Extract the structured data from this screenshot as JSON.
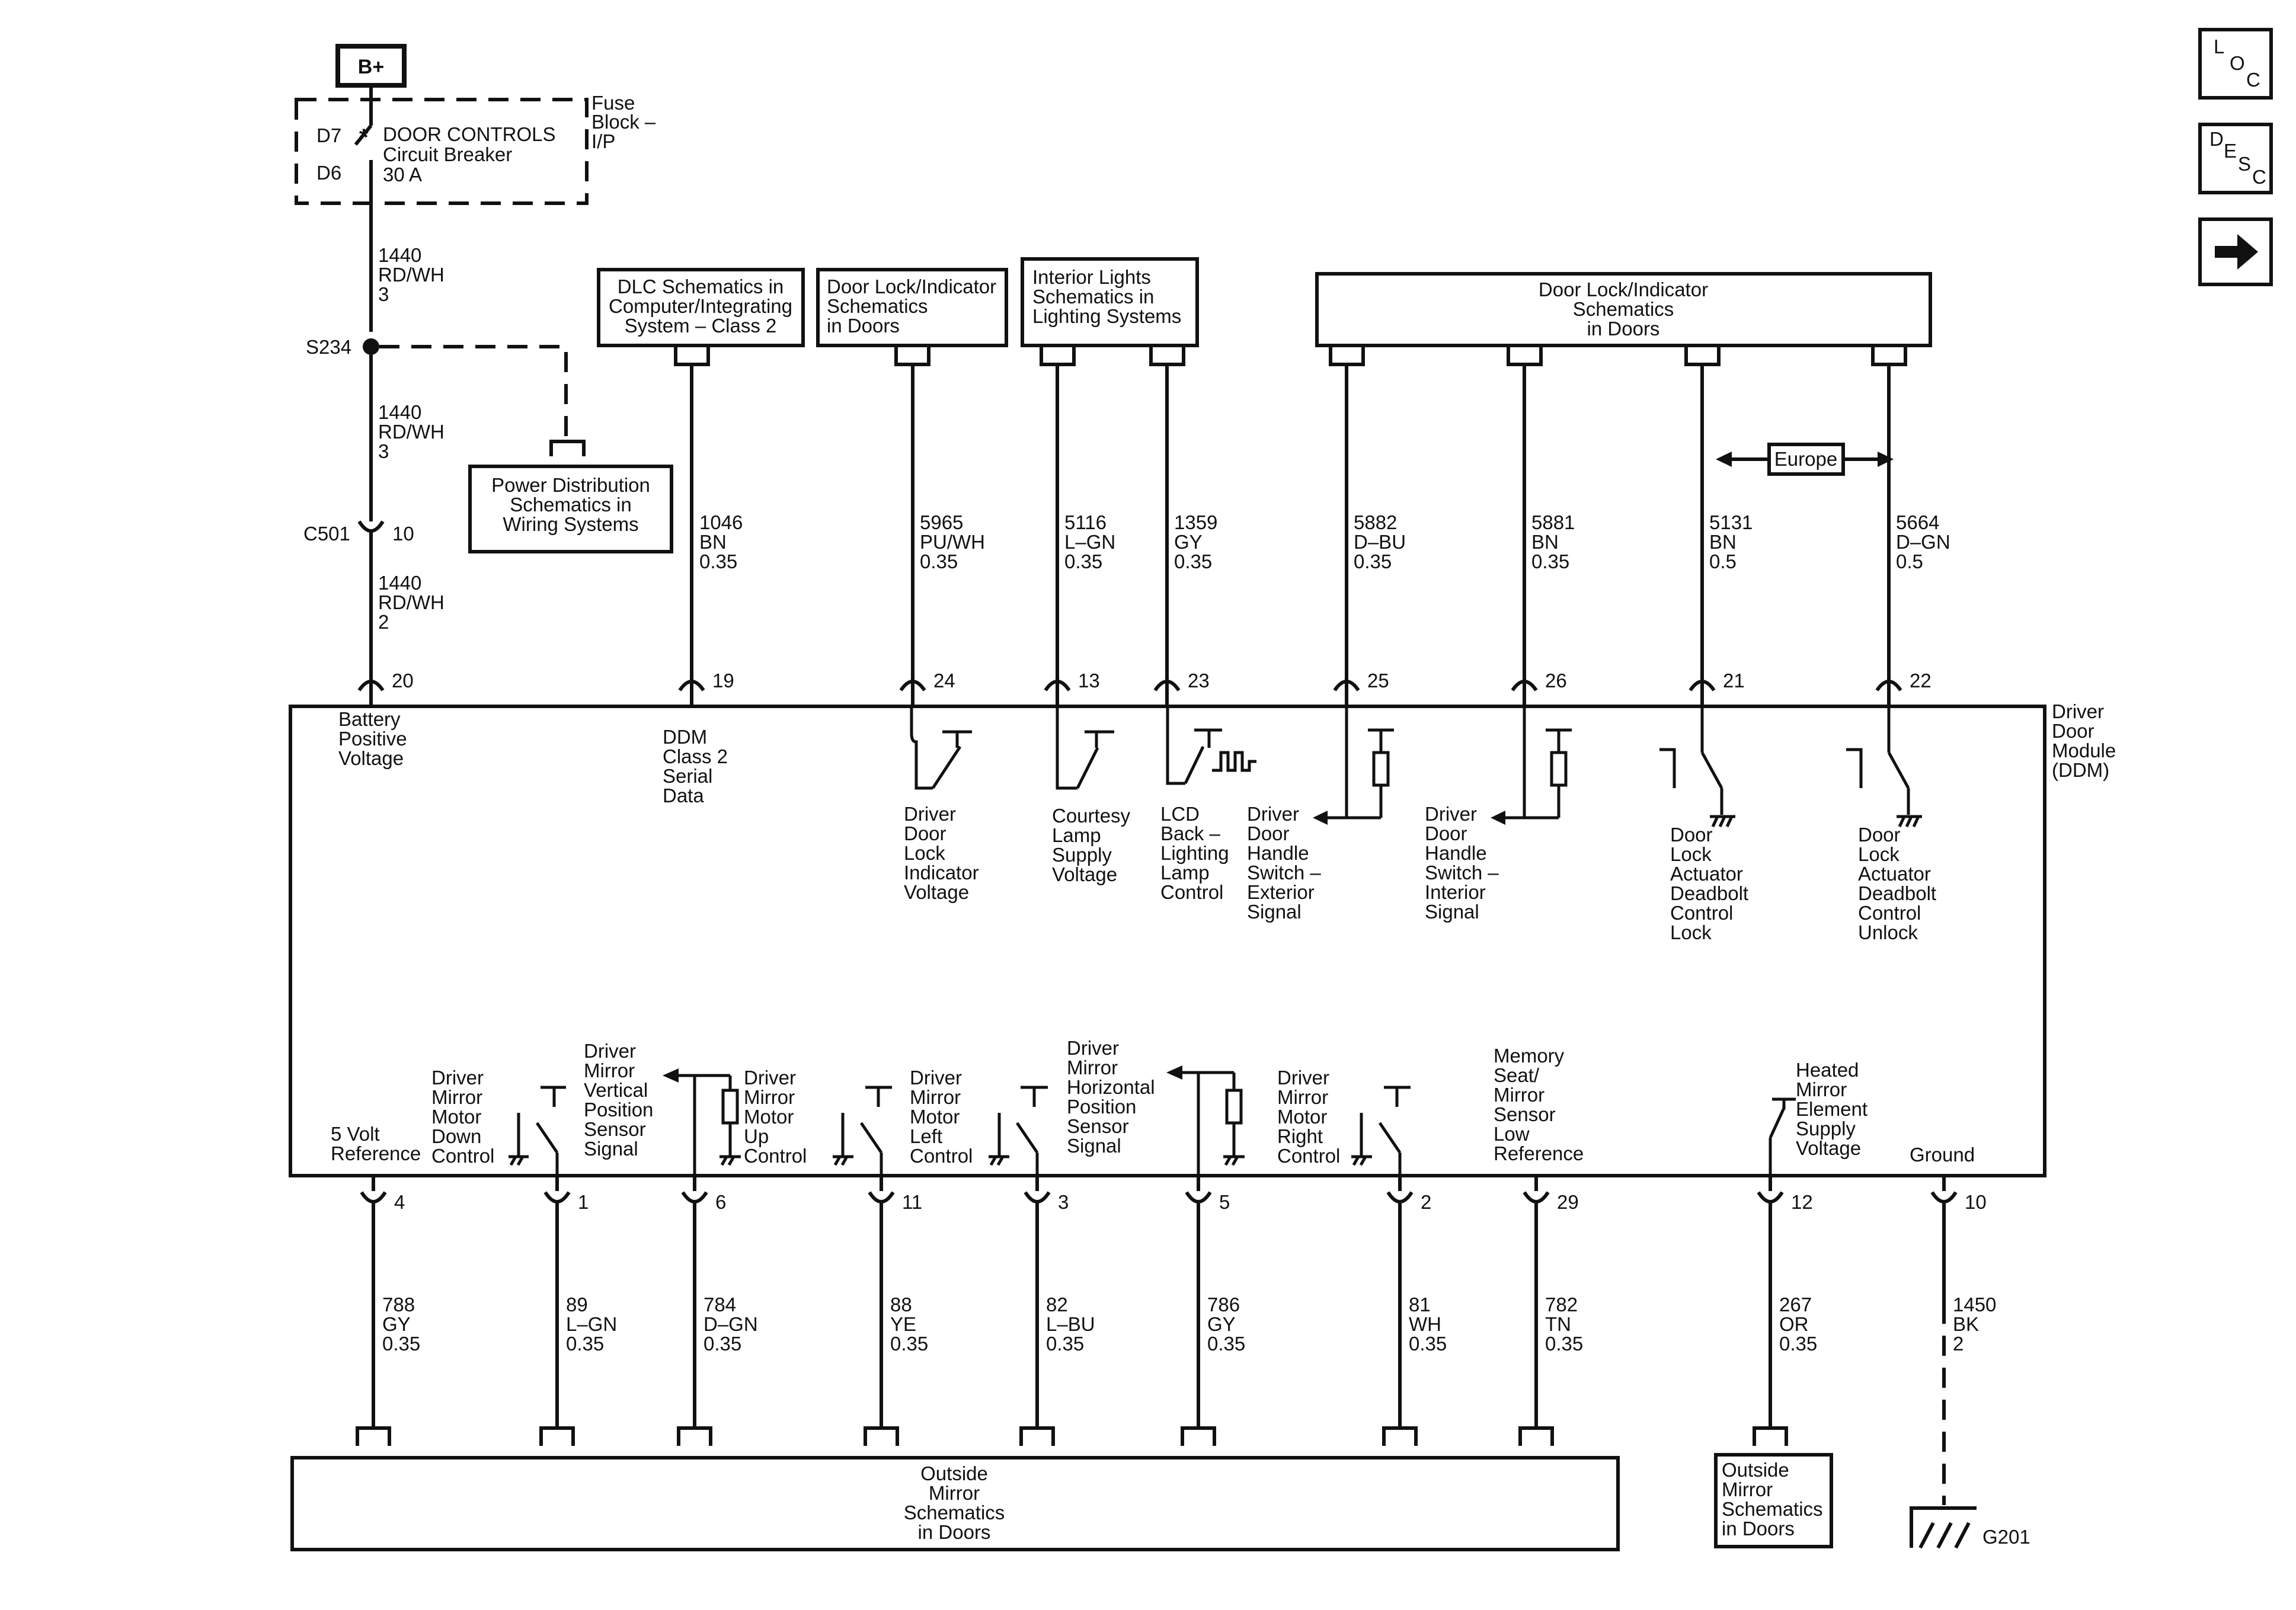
{
  "supply": {
    "source": "B+",
    "fuse_block": [
      "Fuse",
      "Block –",
      "I/P"
    ],
    "breaker_in": "D7",
    "breaker_out": "D6",
    "breaker_text": [
      "DOOR CONTROLS",
      "Circuit Breaker",
      "30 A"
    ],
    "wire1": [
      "1440",
      "RD/WH",
      "3"
    ],
    "splice": "S234",
    "wire2": [
      "1440",
      "RD/WH",
      "3"
    ],
    "connector": "C501",
    "connector_pin": "10",
    "wire3": [
      "1440",
      "RD/WH",
      "2"
    ],
    "power_dist_ref": [
      "Power Distribution",
      "Schematics in",
      "Wiring Systems"
    ]
  },
  "refs_top": {
    "dlc": [
      "DLC Schematics in",
      "Computer/Integrating",
      "System – Class 2"
    ],
    "door_lock_1": [
      "Door Lock/Indicator",
      "Schematics",
      "in Doors"
    ],
    "interior_lights": [
      "Interior Lights",
      "Schematics in",
      "Lighting Systems"
    ],
    "door_lock_2": [
      "Door Lock/Indicator",
      "Schematics",
      "in Doors"
    ],
    "europe": "Europe"
  },
  "module": {
    "name": [
      "Driver",
      "Door",
      "Module",
      "(DDM)"
    ]
  },
  "top_circuits": [
    {
      "pin": "20",
      "wire": [
        "1440",
        "RD/WH",
        "2"
      ],
      "label": [
        "Battery",
        "Positive",
        "Voltage"
      ]
    },
    {
      "pin": "19",
      "wire": [
        "1046",
        "BN",
        "0.35"
      ],
      "label": [
        "DDM",
        "Class 2",
        "Serial",
        "Data"
      ]
    },
    {
      "pin": "24",
      "wire": [
        "5965",
        "PU/WH",
        "0.35"
      ],
      "label": [
        "Driver",
        "Door",
        "Lock",
        "Indicator",
        "Voltage"
      ]
    },
    {
      "pin": "13",
      "wire": [
        "5116",
        "L–GN",
        "0.35"
      ],
      "label": [
        "Courtesy",
        "Lamp",
        "Supply",
        "Voltage"
      ]
    },
    {
      "pin": "23",
      "wire": [
        "1359",
        "GY",
        "0.35"
      ],
      "label": [
        "LCD",
        "Back –",
        "Lighting",
        "Lamp",
        "Control"
      ]
    },
    {
      "pin": "25",
      "wire": [
        "5882",
        "D–BU",
        "0.35"
      ],
      "label": [
        "Driver",
        "Door",
        "Handle",
        "Switch –",
        "Exterior",
        "Signal"
      ]
    },
    {
      "pin": "26",
      "wire": [
        "5881",
        "BN",
        "0.35"
      ],
      "label": [
        "Driver",
        "Door",
        "Handle",
        "Switch –",
        "Interior",
        "Signal"
      ]
    },
    {
      "pin": "21",
      "wire": [
        "5131",
        "BN",
        "0.5"
      ],
      "label": [
        "Door",
        "Lock",
        "Actuator",
        "Deadbolt",
        "Control",
        "Lock"
      ]
    },
    {
      "pin": "22",
      "wire": [
        "5664",
        "D–GN",
        "0.5"
      ],
      "label": [
        "Door",
        "Lock",
        "Actuator",
        "Deadbolt",
        "Control",
        "Unlock"
      ]
    }
  ],
  "bottom_circuits": [
    {
      "pin": "4",
      "wire": [
        "788",
        "GY",
        "0.35"
      ],
      "label": [
        "5 Volt",
        "Reference"
      ]
    },
    {
      "pin": "1",
      "wire": [
        "89",
        "L–GN",
        "0.35"
      ],
      "label": [
        "Driver",
        "Mirror",
        "Motor",
        "Down",
        "Control"
      ]
    },
    {
      "pin": "6",
      "wire": [
        "784",
        "D–GN",
        "0.35"
      ],
      "label": [
        "Driver",
        "Mirror",
        "Vertical",
        "Position",
        "Sensor",
        "Signal"
      ]
    },
    {
      "pin": "11",
      "wire": [
        "88",
        "YE",
        "0.35"
      ],
      "label": [
        "Driver",
        "Mirror",
        "Motor",
        "Up",
        "Control"
      ]
    },
    {
      "pin": "3",
      "wire": [
        "82",
        "L–BU",
        "0.35"
      ],
      "label": [
        "Driver",
        "Mirror",
        "Motor",
        "Left",
        "Control"
      ]
    },
    {
      "pin": "5",
      "wire": [
        "786",
        "GY",
        "0.35"
      ],
      "label": [
        "Driver",
        "Mirror",
        "Horizontal",
        "Position",
        "Sensor",
        "Signal"
      ]
    },
    {
      "pin": "2",
      "wire": [
        "81",
        "WH",
        "0.35"
      ],
      "label": [
        "Driver",
        "Mirror",
        "Motor",
        "Right",
        "Control"
      ]
    },
    {
      "pin": "29",
      "wire": [
        "782",
        "TN",
        "0.35"
      ],
      "label": [
        "Memory",
        "Seat/",
        "Mirror",
        "Sensor",
        "Low",
        "Reference"
      ]
    },
    {
      "pin": "12",
      "wire": [
        "267",
        "OR",
        "0.35"
      ],
      "label": [
        "Heated",
        "Mirror",
        "Element",
        "Supply",
        "Voltage"
      ]
    },
    {
      "pin": "10",
      "wire": [
        "1450",
        "BK",
        "2"
      ],
      "label": [
        "Ground"
      ]
    }
  ],
  "refs_bottom": {
    "outside_mirror": [
      "Outside",
      "Mirror",
      "Schematics",
      "in Doors"
    ],
    "outside_mirror_small": [
      "Outside",
      "Mirror",
      "Schematics",
      "in Doors"
    ],
    "ground": "G201"
  },
  "nav": {
    "loc": [
      "L",
      "O",
      "C"
    ],
    "desc": [
      "D",
      "E",
      "S",
      "C"
    ]
  },
  "icons": [
    "breaker-icon",
    "splice-dot-icon",
    "connector-icon",
    "switch-icon",
    "resistor-icon",
    "ground-icon",
    "arrow-right-icon"
  ]
}
